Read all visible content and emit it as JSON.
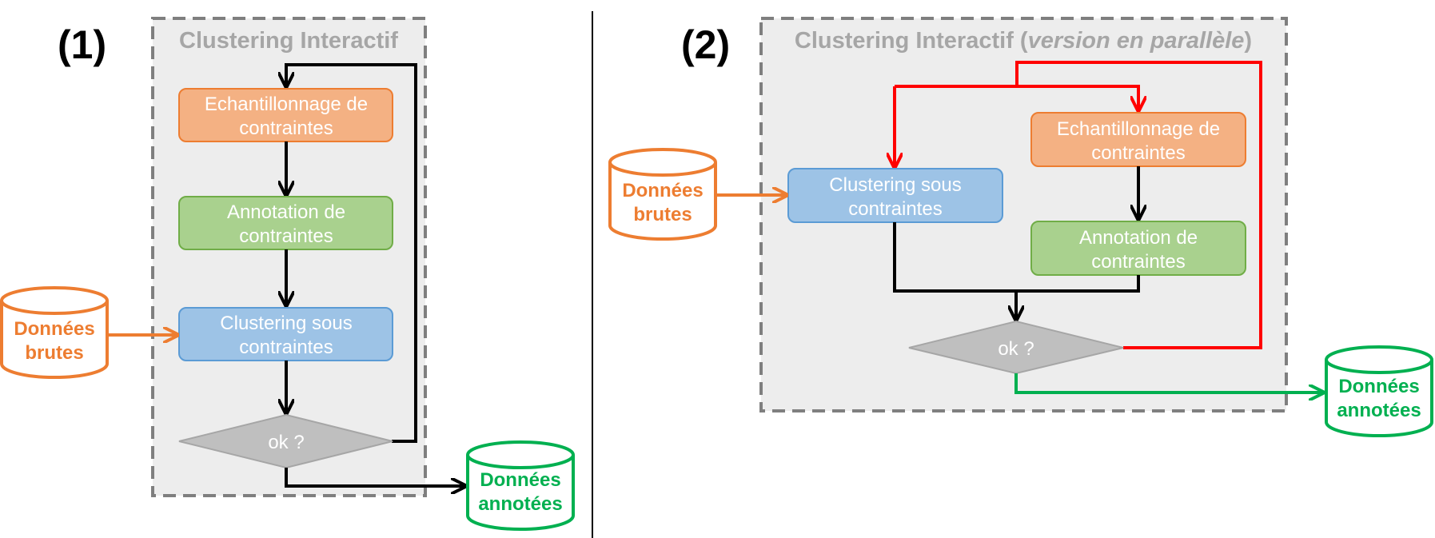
{
  "panel1": {
    "number": "(1)",
    "title": "Clustering Interactif",
    "sampling": [
      "Echantillonnage de",
      "contraintes"
    ],
    "annotation": [
      "Annotation de",
      "contraintes"
    ],
    "clustering": [
      "Clustering sous",
      "contraintes"
    ],
    "decision": "ok ?",
    "raw_data": [
      "Données",
      "brutes"
    ],
    "annotated_data": [
      "Données",
      "annotées"
    ]
  },
  "panel2": {
    "number": "(2)",
    "title_main": "Clustering Interactif (",
    "title_italic": "version en parallèle",
    "title_end": ")",
    "sampling": [
      "Echantillonnage de",
      "contraintes"
    ],
    "annotation": [
      "Annotation de",
      "contraintes"
    ],
    "clustering": [
      "Clustering sous",
      "contraintes"
    ],
    "decision": "ok ?",
    "raw_data": [
      "Données",
      "brutes"
    ],
    "annotated_data": [
      "Données",
      "annotées"
    ]
  },
  "colors": {
    "orange_fill": "#f4b183",
    "orange_stroke": "#ed7d31",
    "green_fill": "#a9d18e",
    "green_stroke": "#70ad47",
    "blue_fill": "#9dc3e6",
    "blue_stroke": "#5b9bd5",
    "gray_fill": "#bfbfbf",
    "panel_fill": "#ededed",
    "panel_stroke": "#7f7f7f",
    "red": "#ff0000",
    "db_green": "#00b050"
  }
}
